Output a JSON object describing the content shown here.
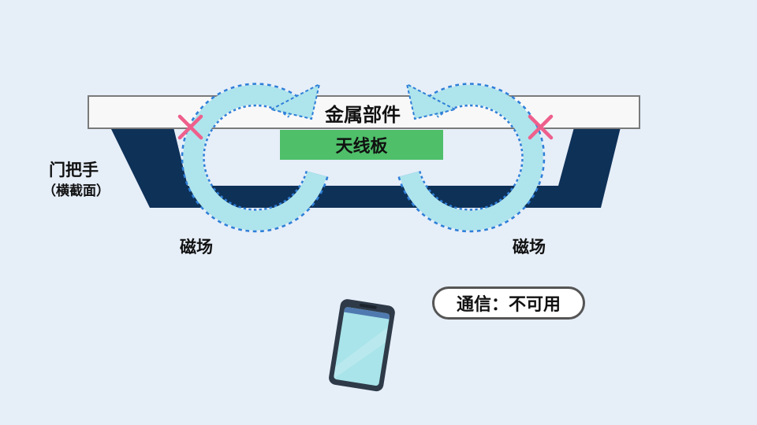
{
  "labels": {
    "metal_part": "金属部件",
    "antenna_board": "天线板",
    "door_handle": "门把手",
    "cross_section": "（横截面）",
    "magnetic_field_left": "磁场",
    "magnetic_field_right": "磁场",
    "status": "通信：不可用"
  },
  "colors": {
    "background": "#e6eef8",
    "handle": "#0e3158",
    "metal_part": "#f8f8f8",
    "antenna": "#4fbf6a",
    "field_fill": "#aee4ec",
    "field_dash": "#2f7fd8",
    "cross_mark": "#ee5f8c",
    "phone_body": "#2e3a48",
    "phone_screen": "#a8e4ea"
  },
  "icons": {
    "blocked_mark": "x-mark-icon",
    "device": "smartphone-icon"
  }
}
